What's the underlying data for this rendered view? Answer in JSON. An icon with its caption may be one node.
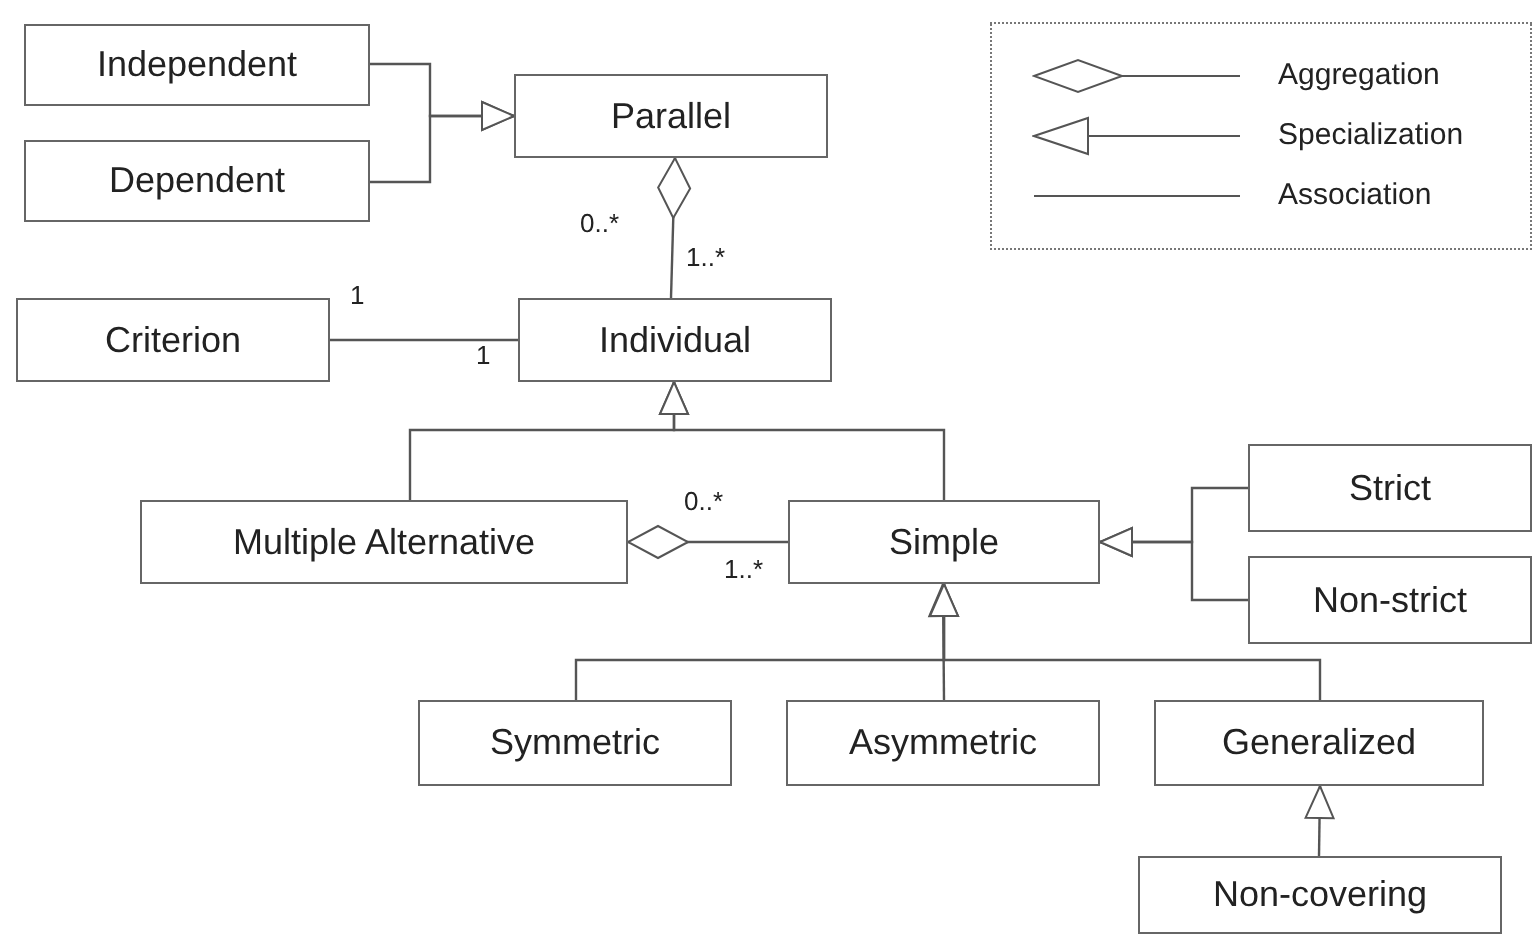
{
  "diagram": {
    "nodes": [
      {
        "text": [
          "Independent"
        ]
      },
      {
        "text": [
          "Dependent"
        ]
      },
      {
        "text": [
          "Parallel"
        ]
      },
      {
        "text": [
          "Criterion"
        ]
      },
      {
        "text": [
          "Individual"
        ]
      },
      {
        "text": [
          "Multiple Alternative"
        ]
      },
      {
        "text": [
          "Simple"
        ]
      },
      {
        "text": [
          "Strict"
        ]
      },
      {
        "text": [
          "Non-strict"
        ]
      },
      {
        "text": [
          "Symmetric"
        ]
      },
      {
        "text": [
          "Asymmetric"
        ]
      },
      {
        "text": [
          "Generalized"
        ]
      },
      {
        "text": [
          "Non-covering"
        ]
      }
    ],
    "edges": [
      {
        "from": 0,
        "to": 2,
        "arrow": "to"
      },
      {
        "from": 1,
        "to": 2,
        "arrow": "to"
      },
      {
        "from": 4,
        "to": 2,
        "arrow": "other"
      },
      {
        "from": 3,
        "to": 4,
        "arrow": "none"
      },
      {
        "from": 5,
        "to": 4,
        "arrow": "to"
      },
      {
        "from": 6,
        "to": 4,
        "arrow": "to"
      },
      {
        "from": 6,
        "to": 5,
        "arrow": "other"
      },
      {
        "from": 7,
        "to": 6,
        "arrow": "to"
      },
      {
        "from": 8,
        "to": 6,
        "arrow": "to"
      },
      {
        "from": 9,
        "to": 6,
        "arrow": "to"
      },
      {
        "from": 10,
        "to": 6,
        "arrow": "to"
      },
      {
        "from": 11,
        "to": 6,
        "arrow": "to"
      },
      {
        "from": 12,
        "to": 11,
        "arrow": "to"
      }
    ],
    "labels": [
      "0..*",
      "1..*",
      "1",
      "1",
      "0..*",
      "1..*"
    ],
    "legend": [
      {
        "text": "Aggregation"
      },
      {
        "text": "Specialization"
      },
      {
        "text": "Association"
      }
    ]
  }
}
